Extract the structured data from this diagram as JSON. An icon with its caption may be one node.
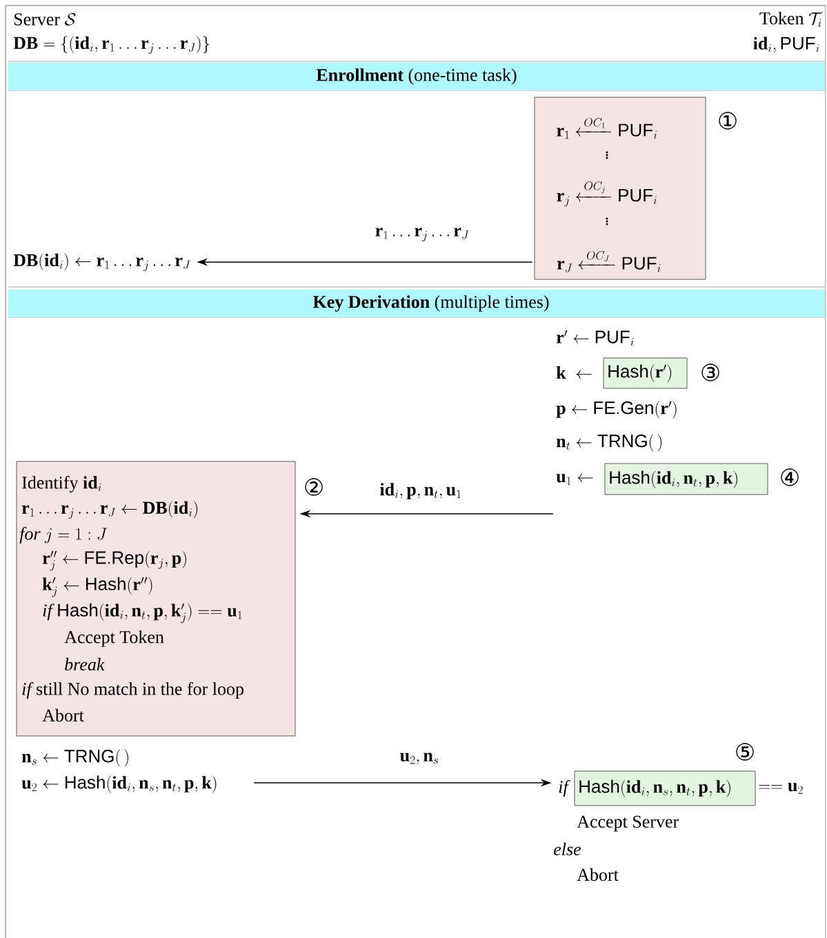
{
  "diagram": {
    "nodes": [
      {
        "text": [
          "**Enrollment** (one-time task)"
        ]
      },
      {
        "text": [
          "\\mathbf{DB}(\\mathbf{id}_i) \\leftarrow \\mathbf{r}_1 \\ldots \\mathbf{r}_j \\ldots \\mathbf{r}_J"
        ]
      },
      {
        "text": [
          "\\mathbf{r}_1 \\xleftarrow{\\;OC_1\\;} \\mathsf{PUF}_i",
          "\\vdots",
          "\\mathbf{r}_j \\xleftarrow{\\;OC_j\\;} \\mathsf{PUF}_i",
          "\\vdots",
          "\\mathbf{r}_J \\xleftarrow{\\;OC_J\\;} \\mathsf{PUF}_i"
        ],
        "beside": [
          "①"
        ]
      },
      {
        "text": [
          "**Key Derivation** (multiple times)"
        ]
      },
      {
        "text": [
          "\\mathbf{r}' \\leftarrow \\mathsf{PUF}_i",
          "\\mathbf{k}\\ \\leftarrow",
          "\\mathbf{p} \\leftarrow \\mathsf{FE.Gen}(\\mathbf{r}')",
          "\\mathbf{n}_t \\leftarrow \\mathsf{TRNG}(\\,)",
          "\\mathbf{u}_1 \\leftarrow"
        ]
      },
      {
        "text": [
          "\\mathsf{Hash}(\\mathbf{r}')"
        ],
        "beside": [
          "③"
        ]
      },
      {
        "text": [
          "\\mathsf{Hash}(\\mathbf{id}_i, \\mathbf{n}_t, \\mathbf{p}, \\mathbf{k})"
        ],
        "beside": [
          "④"
        ]
      },
      {
        "text": [
          "\\text{Identify }\\mathbf{id}_i",
          "\\mathbf{r}_1 \\ldots \\mathbf{r}_j \\ldots \\mathbf{r}_J \\leftarrow \\mathbf{DB}(\\mathbf{id}_i)",
          "\\textit{for}\\ j = 1 : J",
          "\\mathbf{r}''_j \\leftarrow \\mathsf{FE.Rep}(\\mathbf{r}_j, \\mathbf{p})",
          "\\mathbf{k}'_j \\leftarrow \\mathsf{Hash}(\\mathbf{r}'')",
          "\\textit{if}\\ \\mathsf{Hash}(\\mathbf{id}_i, \\mathbf{n}_t, \\mathbf{p}, \\mathbf{k}'_j) == \\mathbf{u}_1",
          "\\text{Accept Token}",
          "\\textit{break}",
          "\\textit{if}\\text{ still No match in the for loop}",
          "\\text{Abort}"
        ],
        "beside": [
          "②"
        ]
      },
      {
        "text": [
          "\\mathbf{n}_s \\leftarrow \\mathsf{TRNG}(\\,)",
          "\\mathbf{u}_2 \\leftarrow \\mathsf{Hash}(\\mathbf{id}_i, \\mathbf{n}_s, \\mathbf{n}_t, \\mathbf{p}, \\mathbf{k})"
        ]
      },
      {
        "text": [
          "\\textit{if}",
          "== \\mathbf{u}_2",
          "\\text{Accept Server}",
          "\\textit{else}",
          "\\text{Abort}"
        ]
      },
      {
        "text": [
          "\\mathsf{Hash}(\\mathbf{id}_i, \\mathbf{n}_s, \\mathbf{n}_t, \\mathbf{p}, \\mathbf{k})"
        ],
        "beside": [
          "⑤"
        ]
      }
    ],
    "edges": [
      {
        "from": 2,
        "to": 1,
        "arrow": "to",
        "label": "\\mathbf{r}_1 \\ldots \\mathbf{r}_j \\ldots \\mathbf{r}_J"
      },
      {
        "from": 4,
        "to": 7,
        "arrow": "to",
        "label": "\\mathbf{id}_i, \\mathbf{p}, \\mathbf{n}_t, \\mathbf{u}_1"
      },
      {
        "from": 8,
        "to": 9,
        "arrow": "to",
        "label": "\\mathbf{u}_2, \\mathbf{n}_s"
      }
    ],
    "labels": [
      "\\text{Server }\\mathcal{S}",
      "\\text{Token }\\mathcal{T}_i",
      "\\mathbf{DB} = \\{(\\mathbf{id}_i, \\mathbf{r}_1 \\ldots \\mathbf{r}_j \\ldots \\mathbf{r}_J)\\}",
      "\\mathbf{id}_i, \\mathsf{PUF}_i"
    ]
  }
}
